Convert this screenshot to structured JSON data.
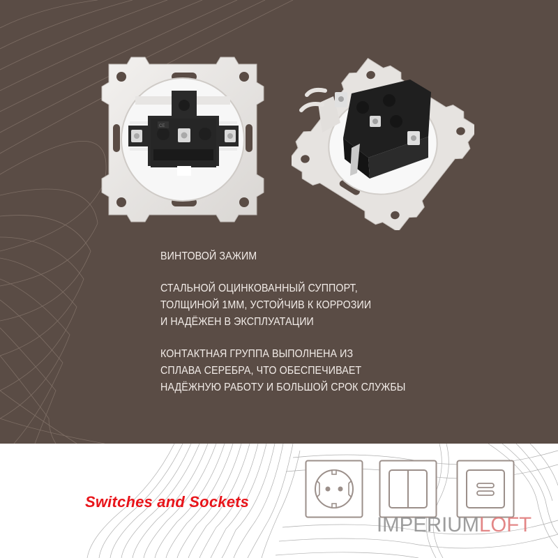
{
  "colors": {
    "background_dark": "#5a4c45",
    "background_light": "#ffffff",
    "text_light": "#f2ece8",
    "accent_red": "#e8141a",
    "icon_stroke": "#9b8f8a",
    "logo_gray": "#8c8c8c",
    "logo_pink": "#e07a7a",
    "contour_dark": "#8a7a70",
    "contour_light": "#9a9a9a"
  },
  "products": [
    {
      "name": "socket-mechanism-rear-view",
      "view": "front"
    },
    {
      "name": "socket-mechanism-angled-view",
      "view": "angled"
    }
  ],
  "features": [
    {
      "lines": [
        "ВИНТОВОЙ ЗАЖИМ"
      ]
    },
    {
      "lines": [
        "СТАЛЬНОЙ ОЦИНКОВАННЫЙ СУППОРТ,",
        "ТОЛЩИНОЙ 1ММ, УСТОЙЧИВ К КОРРОЗИИ",
        "И НАДЁЖЕН В ЭКСПЛУАТАЦИИ"
      ]
    },
    {
      "lines": [
        "КОНТАКТНАЯ ГРУППА ВЫПОЛНЕНА ИЗ",
        "СПЛАВА СЕРЕБРА, ЧТО ОБЕСПЕЧИВАЕТ",
        "НАДЁЖНУЮ РАБОТУ И БОЛЬШОЙ СРОК СЛУЖБЫ"
      ]
    }
  ],
  "tagline": "Switches and Sockets",
  "icons": [
    {
      "name": "socket-icon"
    },
    {
      "name": "double-switch-icon"
    },
    {
      "name": "usb-charger-icon"
    }
  ],
  "logo": {
    "part1": "IMPERIUM",
    "part2": "LOFT"
  }
}
